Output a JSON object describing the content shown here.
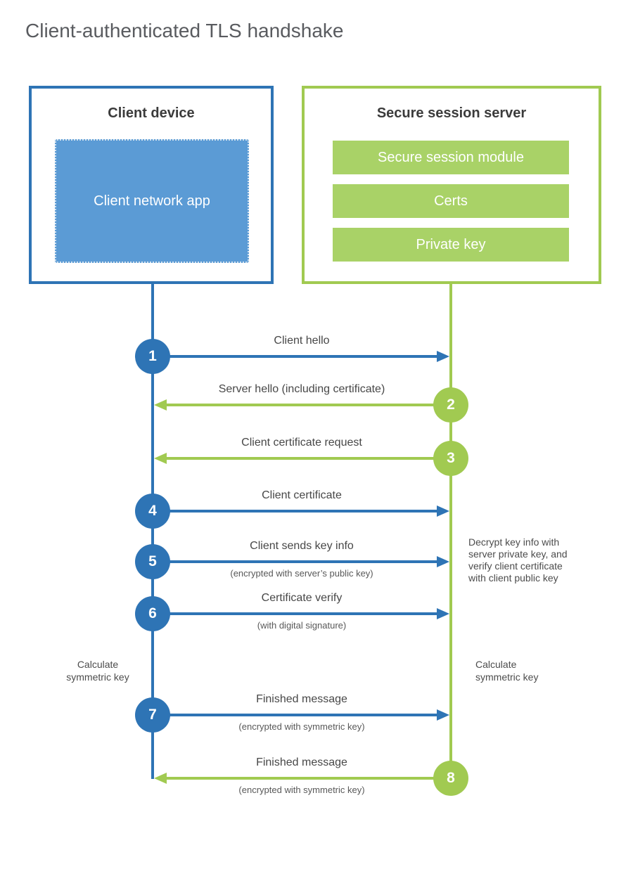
{
  "title": "Client-authenticated TLS handshake",
  "client_box": {
    "title": "Client device",
    "app_label": "Client network app"
  },
  "server_box": {
    "title": "Secure session server",
    "modules": [
      "Secure session module",
      "Certs",
      "Private key"
    ]
  },
  "steps": [
    {
      "num": "1",
      "actor": "client",
      "direction": "right",
      "label": "Client hello",
      "sub": ""
    },
    {
      "num": "2",
      "actor": "server",
      "direction": "left",
      "label": "Server hello (including certificate)",
      "sub": ""
    },
    {
      "num": "3",
      "actor": "server",
      "direction": "left",
      "label": "Client certificate request",
      "sub": ""
    },
    {
      "num": "4",
      "actor": "client",
      "direction": "right",
      "label": "Client certificate",
      "sub": ""
    },
    {
      "num": "5",
      "actor": "client",
      "direction": "right",
      "label": "Client sends key info",
      "sub": "(encrypted with server’s public key)"
    },
    {
      "num": "6",
      "actor": "client",
      "direction": "right",
      "label": "Certificate verify",
      "sub": "(with digital signature)"
    },
    {
      "num": "7",
      "actor": "client",
      "direction": "right",
      "label": "Finished message",
      "sub": "(encrypted with symmetric key)"
    },
    {
      "num": "8",
      "actor": "server",
      "direction": "left",
      "label": "Finished message",
      "sub": "(encrypted with symmetric key)"
    }
  ],
  "notes": {
    "client_calculate": "Calculate symmetric key",
    "server_calculate": "Calculate symmetric key",
    "server_decrypt_lines": [
      "Decrypt key info with",
      "server private key, and",
      "verify client certificate",
      "with client public key"
    ]
  },
  "colors": {
    "blue_accent": "#2e74b5",
    "blue_fill": "#5b9bd5",
    "green_accent": "#a1ca51",
    "green_fill": "#a9d267"
  }
}
